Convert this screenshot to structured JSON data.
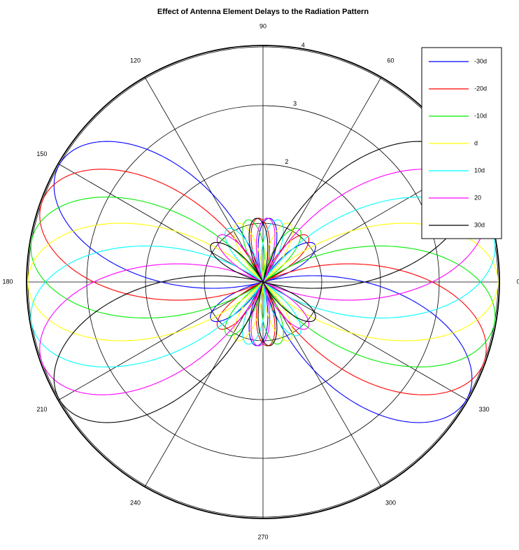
{
  "chart_data": {
    "type": "polar-line",
    "title": "Effect of Antenna Element Delays to the Radiation Pattern",
    "rlim": [
      0,
      4
    ],
    "radial_ticks": [
      1,
      2,
      3,
      4
    ],
    "radial_tick_labels": [
      "",
      "2",
      "3",
      "4"
    ],
    "angle_ticks": [
      0,
      30,
      60,
      90,
      120,
      150,
      180,
      210,
      240,
      270,
      300,
      330
    ],
    "angle_tick_labels": [
      "0",
      "",
      "60",
      "90",
      "120",
      "150",
      "180",
      "210",
      "240",
      "270",
      "300",
      "330"
    ],
    "grid": true,
    "legend_position": "top-right",
    "theta_samples": 721,
    "series": [
      {
        "name": "-30d",
        "color": "#0000ff",
        "delay_deg": -30
      },
      {
        "name": "-20d",
        "color": "#ff0000",
        "delay_deg": -20
      },
      {
        "name": "-10d",
        "color": "#00ee00",
        "delay_deg": -10
      },
      {
        "name": "d",
        "color": "#ffff00",
        "delay_deg": 0
      },
      {
        "name": "10d",
        "color": "#00ffff",
        "delay_deg": 10
      },
      {
        "name": "20",
        "color": "#ff00ff",
        "delay_deg": 20
      },
      {
        "name": "30d",
        "color": "#000000",
        "delay_deg": 30
      }
    ]
  }
}
